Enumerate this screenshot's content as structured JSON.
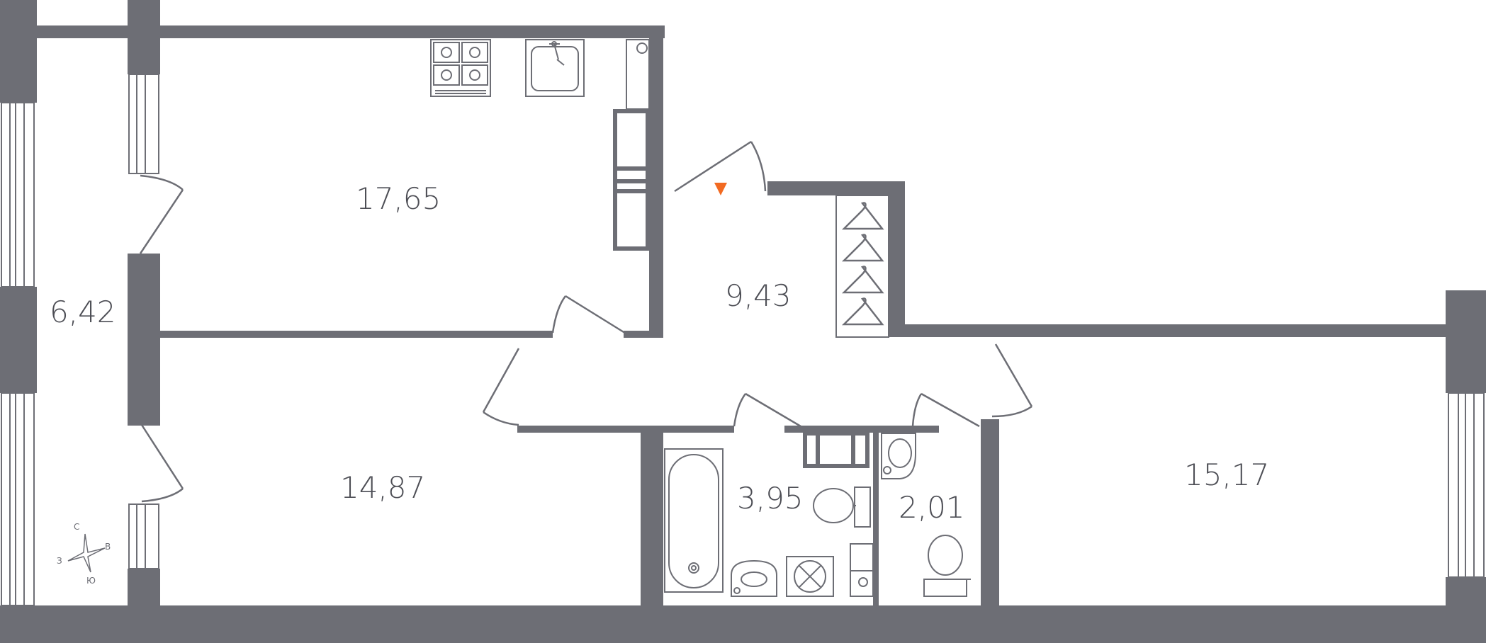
{
  "colors": {
    "wall": "#6d6e75",
    "fixture": "#6d6e75",
    "text": "#4d4e55",
    "entry_marker": "#f26a21",
    "background": "#ffffff"
  },
  "rooms": {
    "balcony": "6,42",
    "kitchen": "17,65",
    "hall": "9,43",
    "bedroom_left": "14,87",
    "bathroom": "3,95",
    "toilet": "2,01",
    "bedroom_right": "15,17"
  },
  "compass": {
    "north": "С",
    "south": "Ю",
    "west": "З",
    "east": "В"
  },
  "icons": {
    "stove": "stove-icon",
    "sink": "kitchen-sink-icon",
    "wardrobe_hanger": "hanger-icon",
    "bathtub": "bathtub-icon",
    "washbasin": "washbasin-icon",
    "washing_machine": "washing-machine-icon",
    "toilet_bowl": "toilet-icon",
    "compass": "compass-icon",
    "entrance": "entrance-marker-icon"
  }
}
